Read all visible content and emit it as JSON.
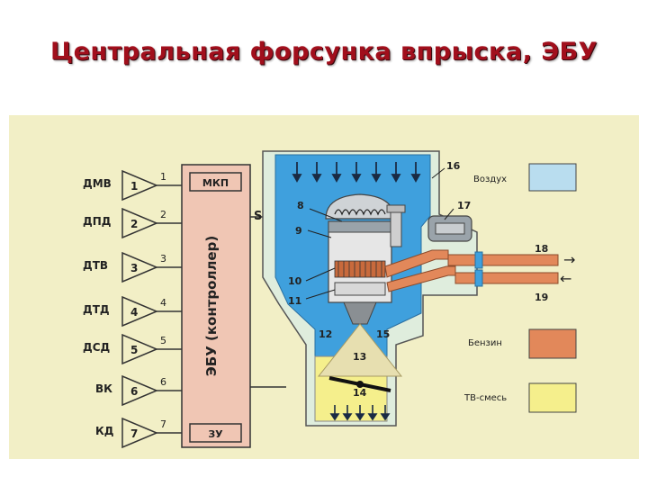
{
  "title": "Центральная форсунка впрыска, ЭБУ",
  "colors": {
    "background": "#f2efc6",
    "ecu_fill": "#f0c6b4",
    "air_blue": "#3fa0dd",
    "air_light": "#b9ddef",
    "fuel_orange": "#e2885a",
    "mixture_yellow": "#f5ef8c",
    "title_red": "#a10f1c"
  },
  "sensors": [
    {
      "label": "ДМВ",
      "num": "1",
      "line": "1"
    },
    {
      "label": "ДПД",
      "num": "2",
      "line": "2"
    },
    {
      "label": "ДТВ",
      "num": "3",
      "line": "3"
    },
    {
      "label": "ДТД",
      "num": "4",
      "line": "4"
    },
    {
      "label": "ДСД",
      "num": "5",
      "line": "5"
    },
    {
      "label": "ВК",
      "num": "6",
      "line": "6"
    },
    {
      "label": "КД",
      "num": "7",
      "line": "7"
    }
  ],
  "ecu": {
    "label": "ЭБУ (контроллер)",
    "top_block": "МКП",
    "bottom_block": "ЗУ",
    "s_label": "S"
  },
  "callouts": [
    "8",
    "9",
    "10",
    "11",
    "12",
    "13",
    "14",
    "15",
    "16",
    "17",
    "18",
    "19"
  ],
  "legend": [
    {
      "key": "air",
      "label": "Воздух",
      "color": "#b9ddef"
    },
    {
      "key": "fuel",
      "label": "Бензин",
      "color": "#e2885a"
    },
    {
      "key": "mixture",
      "label": "ТВ-смесь",
      "color": "#f5ef8c"
    }
  ],
  "arrows": {
    "out": "→",
    "in": "←"
  }
}
